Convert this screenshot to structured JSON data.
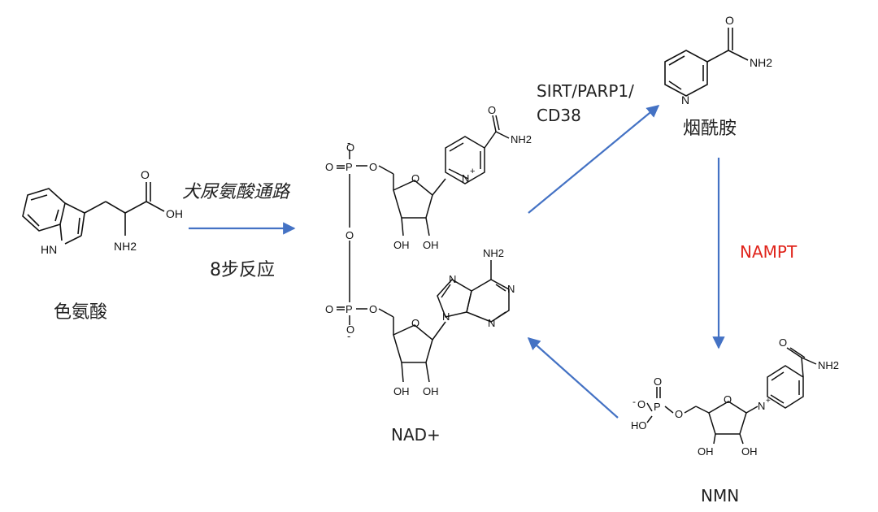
{
  "molecules": {
    "tryptophan": {
      "name": "色氨酸",
      "nh2": "NH2",
      "oh": "OH",
      "o": "O",
      "hn": "HN"
    },
    "nadplus": {
      "name": "NAD+",
      "nh2": "NH2",
      "o": "O",
      "p": "P",
      "minus": "-",
      "plus": "+",
      "oh": "OH",
      "n": "N"
    },
    "nicotinamide": {
      "name": "烟酰胺",
      "nh2": "NH2",
      "o": "O",
      "n": "N"
    },
    "nmn": {
      "name": "NMN",
      "nh2": "NH2",
      "o": "O",
      "p": "P",
      "ho": "HO",
      "oh": "OH",
      "minus": "-",
      "plus": "+",
      "n": "N"
    }
  },
  "arrows": {
    "kynurenine": {
      "line1": "犬尿氨酸通路",
      "line2": "8步反应"
    },
    "salvage_enzymes": {
      "line1": "SIRT/PARP1/",
      "line2": "CD38"
    },
    "nampt": {
      "label": "NAMPT"
    }
  },
  "colors": {
    "arrow": "#4472c4",
    "enzyme_highlight": "#e0241b",
    "structure": "#111111"
  }
}
